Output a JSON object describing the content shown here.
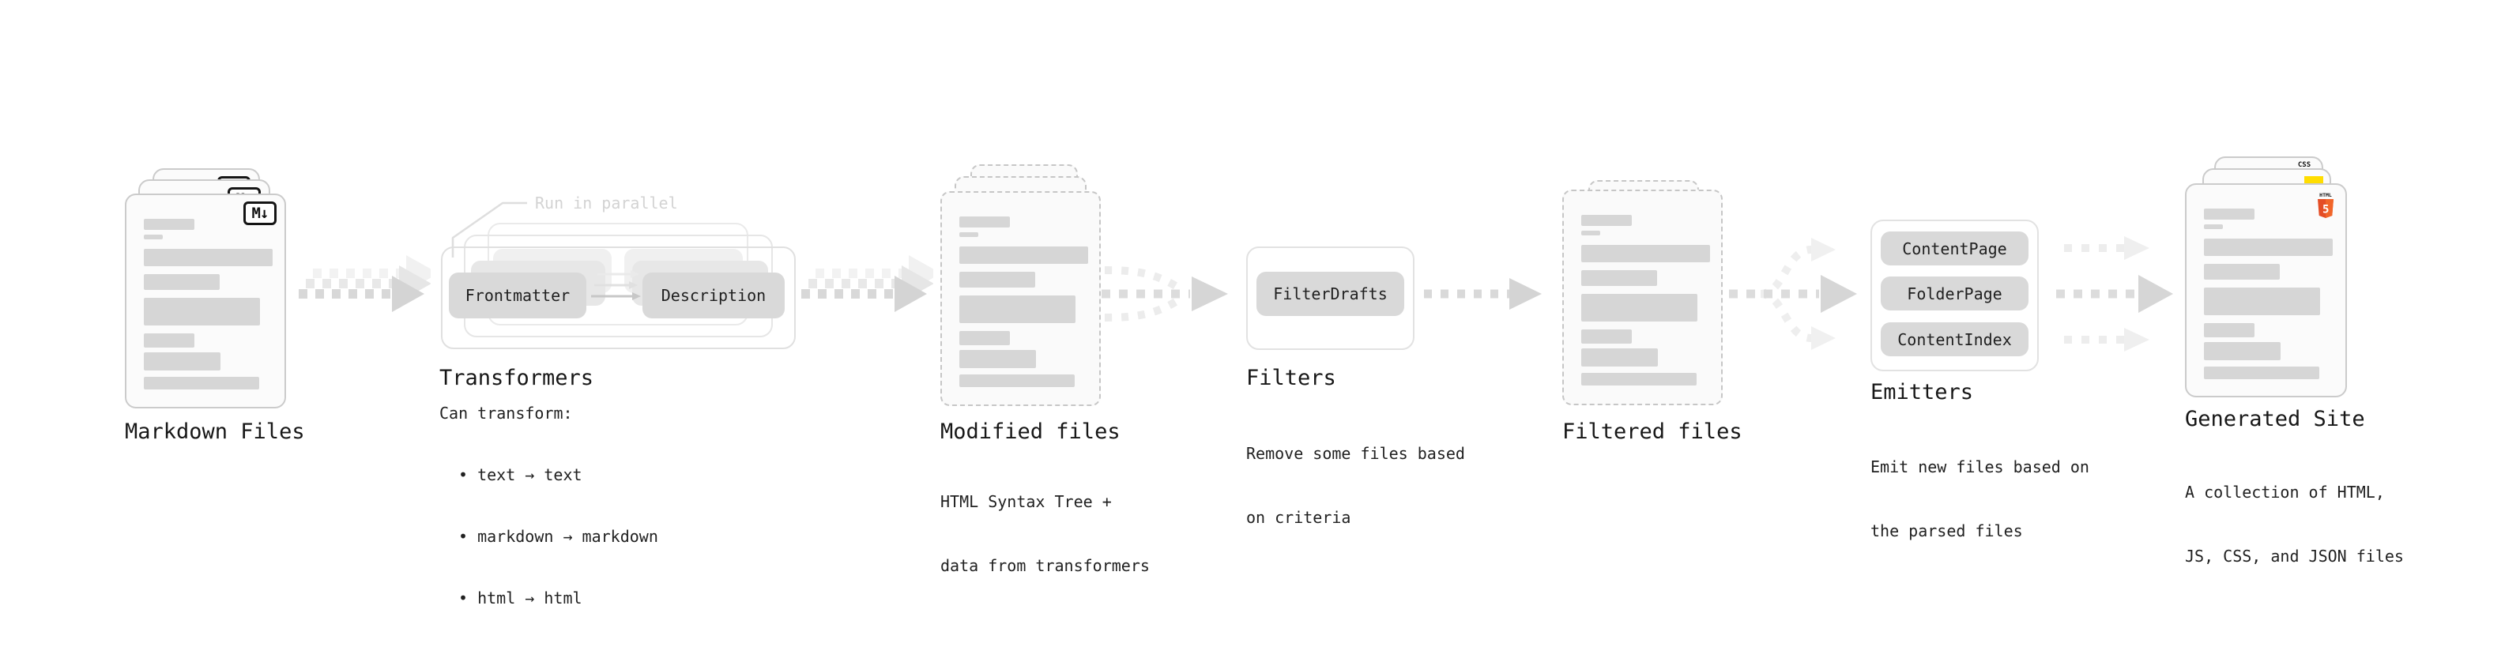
{
  "pipeline": {
    "markdown_files": {
      "label": "Markdown Files",
      "badge": "M↓"
    },
    "transformers": {
      "label": "Transformers",
      "annotation": "Run in parallel",
      "input_button": "Frontmatter",
      "output_button": "Description",
      "caption_title": "Can transform:",
      "bullets": [
        "• text → text",
        "• markdown → markdown",
        "• html → html"
      ]
    },
    "modified_files": {
      "label": "Modified files",
      "caption_lines": [
        "HTML Syntax Tree +",
        "data from transformers"
      ]
    },
    "filters": {
      "label": "Filters",
      "button": "FilterDrafts",
      "caption_lines": [
        "Remove some files based",
        "on criteria"
      ]
    },
    "filtered_files": {
      "label": "Filtered files"
    },
    "emitters": {
      "label": "Emitters",
      "buttons": [
        "ContentPage",
        "FolderPage",
        "ContentIndex"
      ],
      "caption_lines": [
        "Emit new files based on",
        "the parsed files"
      ]
    },
    "generated_site": {
      "label": "Generated Site",
      "caption_lines": [
        "A collection of HTML,",
        "JS, CSS, and JSON files"
      ],
      "badges": {
        "css_label": "CSS",
        "html_label": "HTML",
        "html_number": "5"
      }
    }
  },
  "colors": {
    "html5_orange": "#e44d26",
    "html5_orange_light": "#f16529",
    "js_yellow": "#ffdd00",
    "css_blue": "#2965f1",
    "button_gray": "#d9d9d9",
    "arrow_gray": "#d6d6d6"
  }
}
